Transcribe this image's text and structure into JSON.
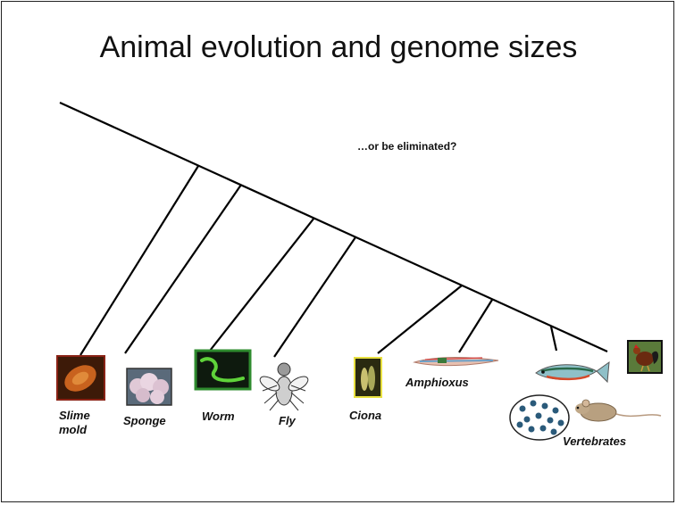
{
  "title": "Animal evolution and genome sizes",
  "note": "…or be eliminated?",
  "labels": {
    "slime_mold": "Slime mold",
    "sponge": "Sponge",
    "worm": "Worm",
    "fly": "Fly",
    "ciona": "Ciona",
    "amphioxus": "Amphioxus",
    "vertebrates": "Vertebrates"
  },
  "icons": [
    "slime-mold-picture",
    "sponge-picture",
    "worm-picture",
    "fly-picture",
    "ciona-picture",
    "amphioxus-picture",
    "fish-picture",
    "chicken-picture",
    "mouse-picture",
    "genome-cluster-picture"
  ]
}
